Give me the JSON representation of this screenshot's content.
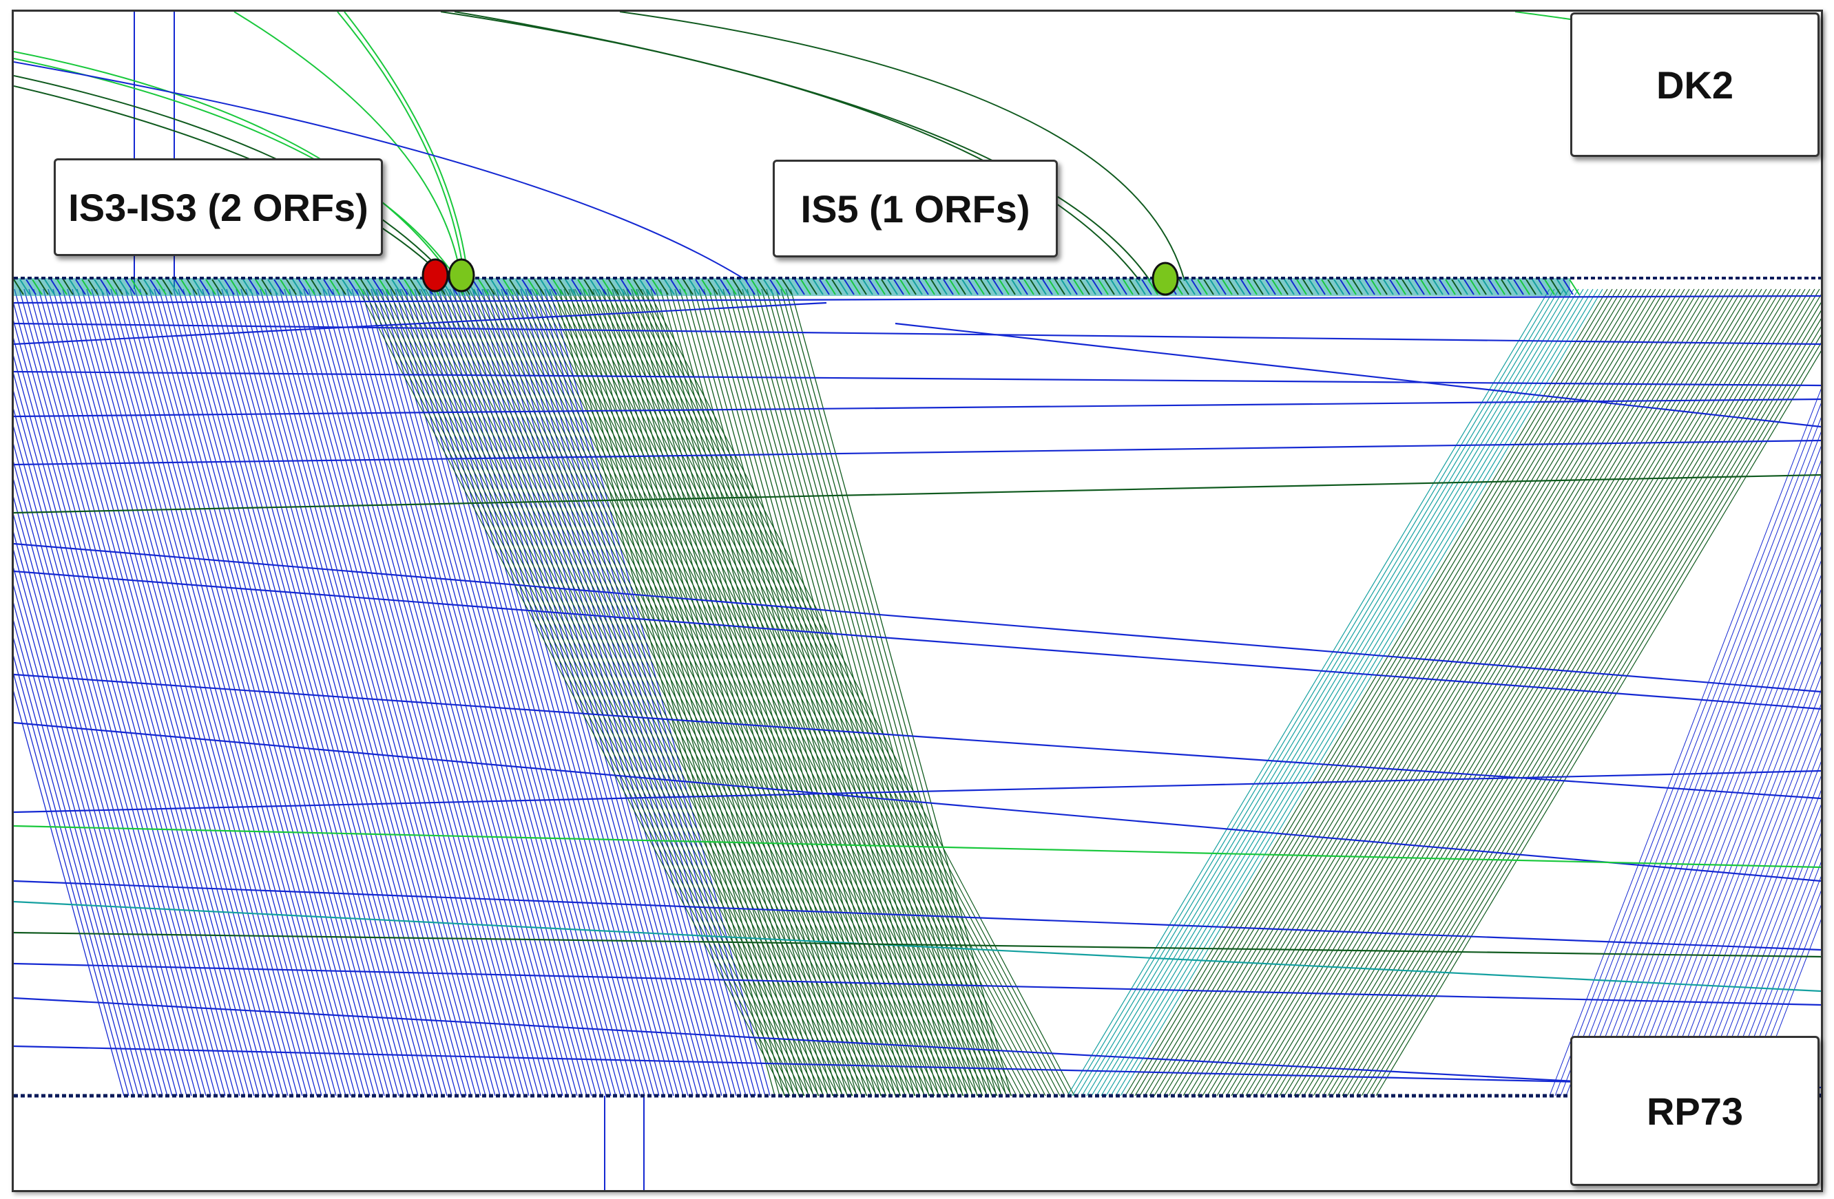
{
  "genomes": {
    "top": "DK2",
    "bottom": "RP73"
  },
  "elements": [
    {
      "label": "IS3-IS3 (2 ORFs)",
      "markers": [
        "red",
        "green"
      ]
    },
    {
      "label": "IS5 (1 ORFs)",
      "markers": [
        "green"
      ]
    }
  ],
  "colors": {
    "blue": "#1428d2",
    "dark_green": "#0f5a1e",
    "green": "#19c83c",
    "teal": "#14a0a0",
    "marker_red": "#d40000",
    "marker_green": "#7ac61c",
    "border": "#333333"
  }
}
